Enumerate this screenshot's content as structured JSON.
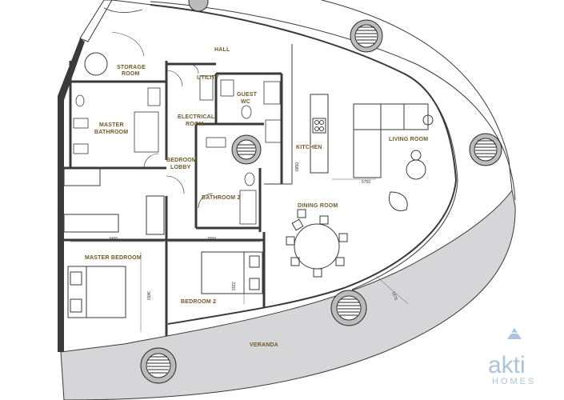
{
  "rooms": {
    "hall": "HALL",
    "storage_line1": "STORAGE",
    "storage_line2": "ROOM",
    "utility": "UTILITY",
    "guest_wc_line1": "GUEST",
    "guest_wc_line2": "WC",
    "master_bath_line1": "MASTER",
    "master_bath_line2": "BATHROOM",
    "electrical_line1": "ELECTRICAL",
    "electrical_line2": "ROOM",
    "kitchen": "KITCHEN",
    "living": "LIVING ROOM",
    "bedroom_lobby_line1": "BEDROOM",
    "bedroom_lobby_line2": "LOBBY",
    "bathroom2": "BATHROOM 2",
    "dining": "DINING ROOM",
    "master_bedroom": "MASTER BEDROOM",
    "bedroom2": "BEDROOM 2",
    "veranda": "VERANDA"
  },
  "dimensions": {
    "d3400": "3400",
    "d3300": "3300",
    "d3650": "3650",
    "d3150": "3150",
    "d5750": "5750",
    "d6850": "6850",
    "d1875": "1875"
  },
  "brand": {
    "name": "akti",
    "sub": "HOMES"
  },
  "colors": {
    "wall": "#3a3a3a",
    "label": "#6e5a2a",
    "veranda": "#d6d6d8",
    "logo": "#a9c4dc"
  }
}
